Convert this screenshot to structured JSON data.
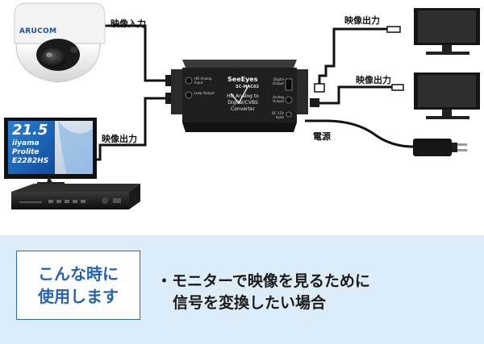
{
  "diagram": {
    "camera_brand": "ARUCOM",
    "monitor_size": "21.5",
    "monitor_model_lines": [
      "iiyama",
      "Prolite",
      "E2282HS"
    ],
    "converter_brand": "SeeEyes",
    "converter_model": "SC-MAC02",
    "converter_title_lines": [
      "HD Analog to",
      "Digital/CVBS",
      "Converter"
    ],
    "port_labels": {
      "hd_analog_input": "HD Analog Input",
      "loop_output": "Loop Output",
      "digital_output": "Digital Output",
      "analog_output": "Analog Output",
      "dc_input": "DC 12V Input"
    },
    "labels": {
      "video_input": "映像入力",
      "video_output_left": "映像出力",
      "video_output_top": "映像出力",
      "video_output_mid": "映像出力",
      "power": "電源"
    },
    "colors": {
      "cable": "#111111",
      "converter_body": "#1e1e1e"
    }
  },
  "panel": {
    "usecase_lines": [
      "こんな時に",
      "使用します"
    ],
    "bullet_lines": [
      "・モニターで映像を見るために",
      "信号を変換したい場合"
    ],
    "colors": {
      "background": "#dcecf8",
      "accent": "#2463b2"
    }
  }
}
